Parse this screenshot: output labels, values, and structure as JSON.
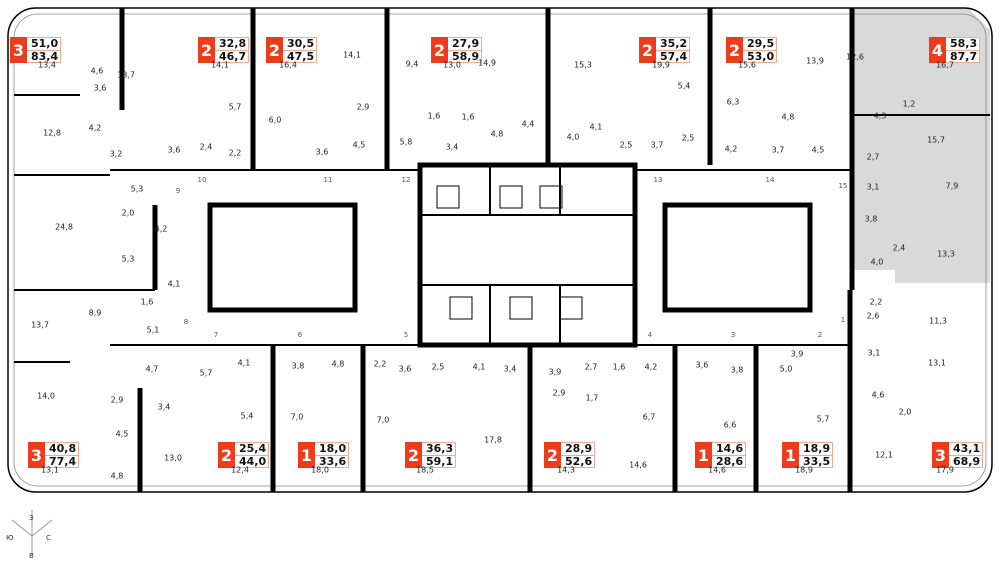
{
  "colors": {
    "badge": "#ee3b1c",
    "highlight": "#d9d9d9",
    "wall": "#000000"
  },
  "apartments": [
    {
      "rooms": "3",
      "living": "51,0",
      "total": "83,4"
    },
    {
      "rooms": "2",
      "living": "32,8",
      "total": "46,7"
    },
    {
      "rooms": "2",
      "living": "30,5",
      "total": "47,5"
    },
    {
      "rooms": "2",
      "living": "27,9",
      "total": "58,9"
    },
    {
      "rooms": "2",
      "living": "35,2",
      "total": "57,4"
    },
    {
      "rooms": "2",
      "living": "29,5",
      "total": "53,0"
    },
    {
      "rooms": "4",
      "living": "58,3",
      "total": "87,7",
      "highlighted": true
    },
    {
      "rooms": "3",
      "living": "40,8",
      "total": "77,4"
    },
    {
      "rooms": "2",
      "living": "25,4",
      "total": "44,0"
    },
    {
      "rooms": "1",
      "living": "18,0",
      "total": "33,6"
    },
    {
      "rooms": "2",
      "living": "36,3",
      "total": "59,1"
    },
    {
      "rooms": "2",
      "living": "28,9",
      "total": "52,6"
    },
    {
      "rooms": "1",
      "living": "14,6",
      "total": "28,6"
    },
    {
      "rooms": "1",
      "living": "18,9",
      "total": "33,5"
    },
    {
      "rooms": "3",
      "living": "43,1",
      "total": "68,9"
    }
  ],
  "room_areas": [
    "4,6",
    "13,4",
    "18,7",
    "3,6",
    "12,8",
    "4,2",
    "3,2",
    "3,6",
    "2,4",
    "14,1",
    "5,7",
    "6,0",
    "2,2",
    "16,4",
    "14,1",
    "2,9",
    "3,6",
    "4,5",
    "9,4",
    "13,0",
    "5,8",
    "1,6",
    "1,6",
    "3,4",
    "4,8",
    "14,9",
    "4,4",
    "15,3",
    "4,0",
    "4,1",
    "2,5",
    "3,7",
    "19,9",
    "5,4",
    "2,5",
    "15,6",
    "6,3",
    "4,2",
    "3,7",
    "13,9",
    "4,8",
    "4,5",
    "12,6",
    "16,7",
    "1,2",
    "4,3",
    "15,7",
    "2,7",
    "3,1",
    "7,9",
    "3,8",
    "2,4",
    "4,0",
    "13,3",
    "5,3",
    "24,8",
    "2,0",
    "4,2",
    "5,3",
    "4,1",
    "8,9",
    "1,6",
    "5,1",
    "13,7",
    "14,0",
    "2,9",
    "4,7",
    "5,7",
    "4,1",
    "3,8",
    "4,8",
    "2,2",
    "3,6",
    "2,5",
    "4,1",
    "3,4",
    "3,4",
    "5,4",
    "7,0",
    "7,0",
    "4,5",
    "4,8",
    "13,0",
    "17,8",
    "3,9",
    "2,7",
    "1,6",
    "4,2",
    "2,9",
    "1,7",
    "6,7",
    "14,6",
    "3,6",
    "3,8",
    "6,6",
    "5,0",
    "3,9",
    "5,7",
    "12,1",
    "2,0",
    "4,6",
    "3,1",
    "13,1",
    "11,3",
    "2,2",
    "2,6",
    "13,1",
    "12,4",
    "18,0",
    "18,5",
    "14,3",
    "14,6",
    "18,9",
    "17,9"
  ],
  "entrances": [
    "9",
    "10",
    "11",
    "12",
    "13",
    "14",
    "15",
    "8",
    "7",
    "6",
    "5",
    "4",
    "3",
    "2",
    "1"
  ],
  "compass": {
    "north": "З",
    "west": "Ю",
    "east": "С",
    "south": "В"
  }
}
